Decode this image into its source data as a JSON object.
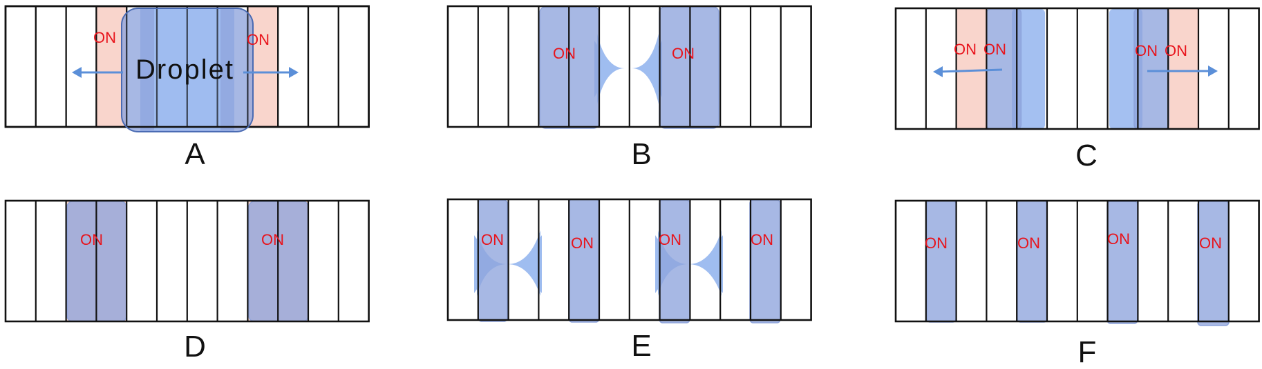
{
  "panels": [
    {
      "label": "A",
      "on_labels": [
        "ON",
        "ON"
      ],
      "droplet_label": "Droplet"
    },
    {
      "label": "B",
      "on_labels": [
        "ON",
        "ON"
      ]
    },
    {
      "label": "C",
      "on_labels": [
        "ON",
        "ON",
        "ON",
        "ON"
      ]
    },
    {
      "label": "D",
      "on_labels": [
        "ON",
        "ON"
      ]
    },
    {
      "label": "E",
      "on_labels": [
        "ON",
        "ON",
        "ON",
        "ON"
      ]
    },
    {
      "label": "F",
      "on_labels": [
        "ON",
        "ON",
        "ON",
        "ON"
      ]
    }
  ],
  "colors": {
    "electrode_on": "#f9d5cc",
    "droplet": "#8ea4dc",
    "droplet_light": "#9fbdf0",
    "on_text": "#e8131b",
    "arrow": "#5b8fd8"
  }
}
